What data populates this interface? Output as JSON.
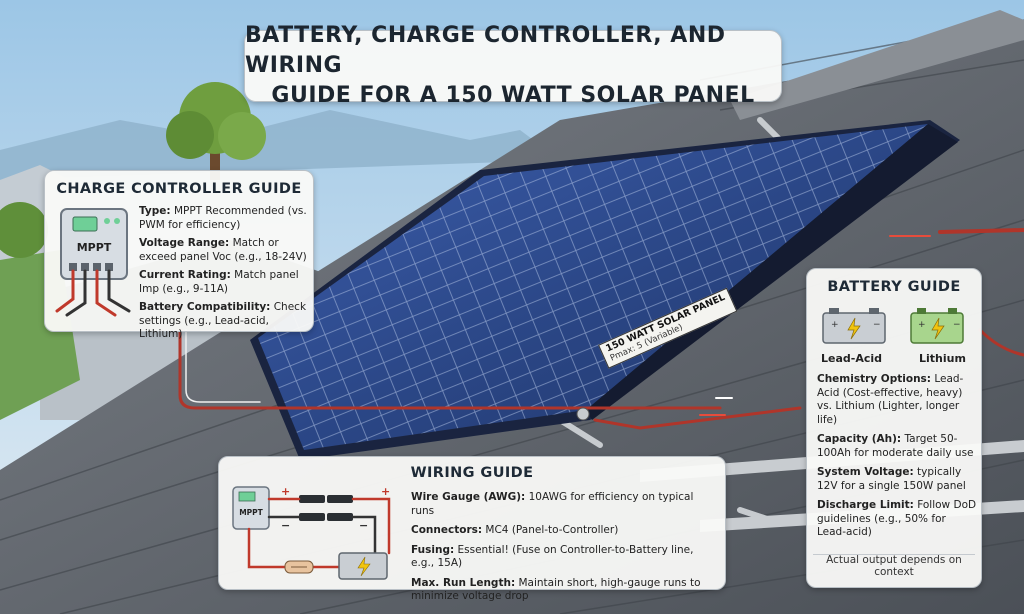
{
  "title": {
    "line1": "BATTERY, CHARGE CONTROLLER, AND WIRING",
    "line2": "GUIDE FOR A 150 WATT SOLAR PANEL"
  },
  "panel_label": {
    "main": "150 WATT SOLAR PANEL",
    "sub": "Pmax: 5 (Variable)"
  },
  "charge_controller": {
    "heading": "CHARGE CONTROLLER GUIDE",
    "device_label": "MPPT",
    "entries": [
      {
        "label": "Type:",
        "text": " MPPT Recommended (vs. PWM for efficiency)"
      },
      {
        "label": "Voltage Range:",
        "text": " Match or exceed panel Voc (e.g., 18-24V)"
      },
      {
        "label": "Current Rating:",
        "text": " Match panel Imp (e.g., 9-11A)"
      },
      {
        "label": "Battery Compatibility:",
        "text": " Check settings (e.g., Lead-acid, Lithium)"
      }
    ]
  },
  "battery": {
    "heading": "BATTERY GUIDE",
    "types": [
      "Lead-Acid",
      "Lithium"
    ],
    "entries": [
      {
        "label": "Chemistry Options:",
        "text": " Lead-Acid (Cost-effective, heavy) vs. Lithium (Lighter, longer life)"
      },
      {
        "label": "Capacity (Ah):",
        "text": " Target 50-100Ah for moderate daily use"
      },
      {
        "label": "System Voltage:",
        "text": " typically 12V for a single 150W panel"
      },
      {
        "label": "Discharge Limit:",
        "text": " Follow DoD guidelines (e.g., 50% for Lead-acid)"
      }
    ],
    "footnote": "Actual output depends on context"
  },
  "wiring": {
    "heading": "WIRING GUIDE",
    "device_label": "MPPT",
    "entries": [
      {
        "label": "Wire Gauge (AWG):",
        "text": " 10AWG for efficiency on typical runs"
      },
      {
        "label": "Connectors:",
        "text": " MC4 (Panel-to-Controller)"
      },
      {
        "label": "Fusing:",
        "text": " Essential! (Fuse on Controller-to-Battery line, e.g., 15A)"
      },
      {
        "label": "Max. Run Length:",
        "text": " Maintain short, high-gauge runs to minimize voltage drop"
      }
    ]
  },
  "colors": {
    "panel_blue": "#2d4a8e",
    "wire_red": "#c0392b",
    "roof": "#5f646b",
    "sky": "#bcd7ec"
  }
}
